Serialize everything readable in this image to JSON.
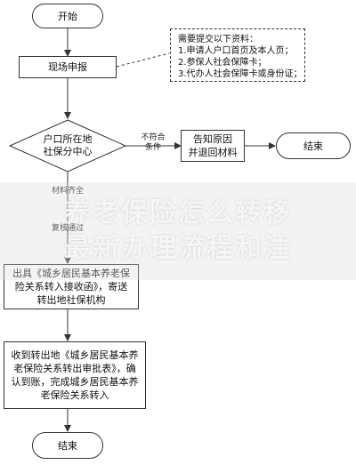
{
  "flowchart": {
    "start": "开始",
    "apply_on_site": "现场申报",
    "materials_note": {
      "title": "需要提交以下资料：",
      "items": [
        "1.申请人户口首页及本人页；",
        "2.参保人社会保障卡；",
        "3.代办人社会保障卡或身份证；"
      ]
    },
    "decision": "户口所在地\n社保分中心",
    "not_qualified_label": "不符合\n条件",
    "return_materials": "告知原因\n并退回材料",
    "end_reject": "结束",
    "materials_complete_label": "材料齐全",
    "review_passed_label": "复核通过",
    "issue_transfer_letter": "出具《城乡居民基本养老保\n险关系转入接收函》，寄送\n转出地社保机构",
    "receive_approval": "收到转出地《城乡居民基本养\n老保险关系转出审批表》，确\n认到账，完成城乡居民基本养\n老保险关系转入",
    "end_final": "结束"
  },
  "watermark": {
    "line1": "养老保险怎么转移",
    "line2": "最新办理流程和注"
  }
}
